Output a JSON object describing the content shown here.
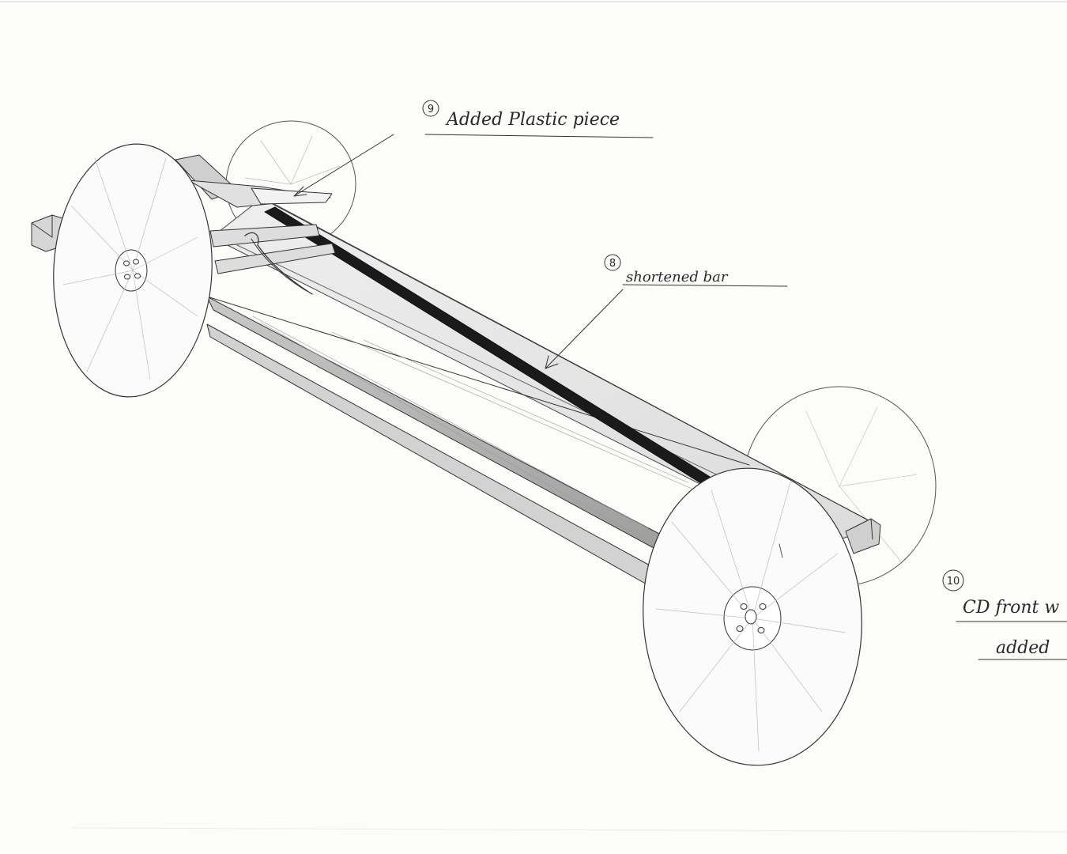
{
  "annotations": [
    {
      "number": "9",
      "text": "Added Plastic piece"
    },
    {
      "number": "8",
      "text": "shortened bar"
    },
    {
      "number": "10",
      "text": "CD front w",
      "text_line2": "added"
    }
  ],
  "colors": {
    "paper": "#fcfcfb",
    "pencil": "#2a2a2a",
    "graphite_dark": "#1a1a1a",
    "shade": "#9a9a9a"
  }
}
